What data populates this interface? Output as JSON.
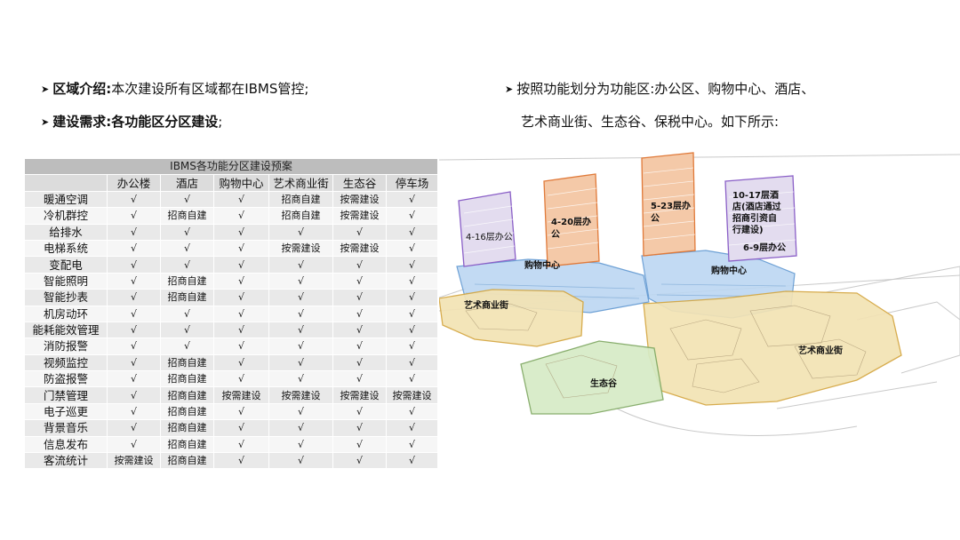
{
  "bullets": {
    "left1_label": "区域介绍:",
    "left1_text": "本次建设所有区域都在IBMS管控;",
    "left2_label": "建设需求:各功能区分区建设",
    "left2_text": ";",
    "right_line1": "按照功能划分为功能区:办公区、购物中心、酒店、",
    "right_line2": "艺术商业街、生态谷、保税中心。如下所示:"
  },
  "table": {
    "title": "IBMS各功能分区建设预案",
    "columns": [
      "",
      "办公楼",
      "酒店",
      "购物中心",
      "艺术商业街",
      "生态谷",
      "停车场"
    ],
    "rows": [
      {
        "name": "暖通空调",
        "cells": [
          "√",
          "√",
          "√",
          "招商自建",
          "按需建设",
          "√"
        ]
      },
      {
        "name": "冷机群控",
        "cells": [
          "√",
          "招商自建",
          "√",
          "招商自建",
          "按需建设",
          "√"
        ]
      },
      {
        "name": "给排水",
        "cells": [
          "√",
          "√",
          "√",
          "√",
          "√",
          "√"
        ]
      },
      {
        "name": "电梯系统",
        "cells": [
          "√",
          "√",
          "√",
          "按需建设",
          "按需建设",
          "√"
        ]
      },
      {
        "name": "变配电",
        "cells": [
          "√",
          "√",
          "√",
          "√",
          "√",
          "√"
        ]
      },
      {
        "name": "智能照明",
        "cells": [
          "√",
          "招商自建",
          "√",
          "√",
          "√",
          "√"
        ]
      },
      {
        "name": "智能抄表",
        "cells": [
          "√",
          "招商自建",
          "√",
          "√",
          "√",
          "√"
        ]
      },
      {
        "name": "机房动环",
        "cells": [
          "√",
          "√",
          "√",
          "√",
          "√",
          "√"
        ]
      },
      {
        "name": "能耗能效管理",
        "cells": [
          "√",
          "√",
          "√",
          "√",
          "√",
          "√"
        ]
      },
      {
        "name": "消防报警",
        "cells": [
          "√",
          "√",
          "√",
          "√",
          "√",
          "√"
        ]
      },
      {
        "name": "视频监控",
        "cells": [
          "√",
          "招商自建",
          "√",
          "√",
          "√",
          "√"
        ]
      },
      {
        "name": "防盗报警",
        "cells": [
          "√",
          "招商自建",
          "√",
          "√",
          "√",
          "√"
        ]
      },
      {
        "name": "门禁管理",
        "cells": [
          "√",
          "招商自建",
          "按需建设",
          "按需建设",
          "按需建设",
          "按需建设"
        ]
      },
      {
        "name": "电子巡更",
        "cells": [
          "√",
          "招商自建",
          "√",
          "√",
          "√",
          "√"
        ]
      },
      {
        "name": "背景音乐",
        "cells": [
          "√",
          "招商自建",
          "√",
          "√",
          "√",
          "√"
        ]
      },
      {
        "name": "信息发布",
        "cells": [
          "√",
          "招商自建",
          "√",
          "√",
          "√",
          "√"
        ]
      },
      {
        "name": "客流统计",
        "cells": [
          "按需建设",
          "招商自建",
          "√",
          "√",
          "√",
          "√"
        ]
      }
    ]
  },
  "scene": {
    "labels": {
      "office_a": "4-16层办公",
      "office_b_1": "4-20层办",
      "office_b_2": "公",
      "office_c_1": "5-23层办",
      "office_c_2": "公",
      "hotel_1": "10-17层酒",
      "hotel_2": "店(酒店通过",
      "hotel_3": "招商引资自",
      "hotel_4": "行建设)",
      "hotel_5": "6-9层办公",
      "mall_1": "购物中心",
      "mall_2": "购物中心",
      "art_street_1": "艺术商业街",
      "art_street_2": "艺术商业街",
      "eco_valley": "生态谷"
    },
    "colors": {
      "office_fill": "#f4c9a8",
      "office_stroke": "#e07a3a",
      "purple_stroke": "#8a5fc7",
      "mall_fill": "#bcd7f2",
      "mall_stroke": "#5f97d1",
      "art_fill": "#f3e3b4",
      "art_stroke": "#d4a640",
      "eco_fill": "#d6ebc6",
      "eco_stroke": "#7fa862"
    }
  }
}
